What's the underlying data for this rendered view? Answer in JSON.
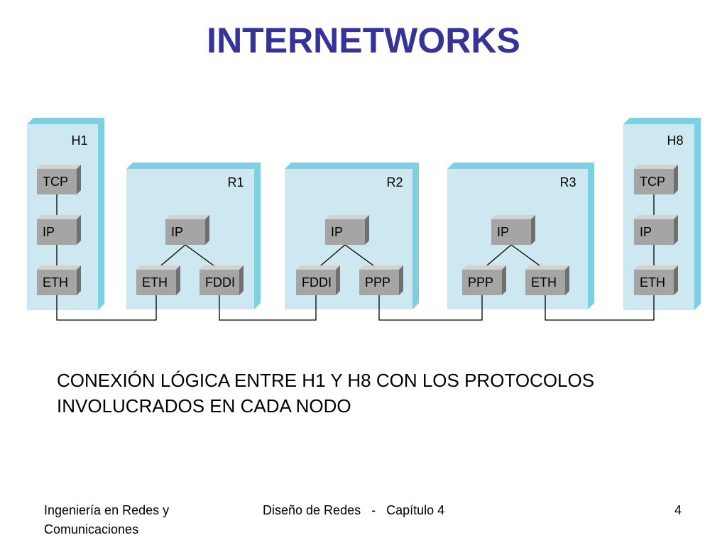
{
  "title": "INTERNETWORKS",
  "colors": {
    "title": "#33339a",
    "node_face": "#cde8f0",
    "node_side": "#7fcfe2",
    "box_front": "#a5a5a5",
    "box_top": "#d2d2d2",
    "box_side": "#6f6f6f",
    "line": "#000000"
  },
  "diagram": {
    "nodes": [
      {
        "id": "h1",
        "label": "H1",
        "protocols": [
          {
            "id": "h1-tcp",
            "label": "TCP"
          },
          {
            "id": "h1-ip",
            "label": "IP"
          },
          {
            "id": "h1-eth",
            "label": "ETH"
          }
        ]
      },
      {
        "id": "r1",
        "label": "R1",
        "protocols": [
          {
            "id": "r1-ip",
            "label": "IP"
          },
          {
            "id": "r1-eth",
            "label": "ETH"
          },
          {
            "id": "r1-fddi",
            "label": "FDDI"
          }
        ]
      },
      {
        "id": "r2",
        "label": "R2",
        "protocols": [
          {
            "id": "r2-ip",
            "label": "IP"
          },
          {
            "id": "r2-fddi",
            "label": "FDDI"
          },
          {
            "id": "r2-ppp",
            "label": "PPP"
          }
        ]
      },
      {
        "id": "r3",
        "label": "R3",
        "protocols": [
          {
            "id": "r3-ip",
            "label": "IP"
          },
          {
            "id": "r3-ppp",
            "label": "PPP"
          },
          {
            "id": "r3-eth",
            "label": "ETH"
          }
        ]
      },
      {
        "id": "h8",
        "label": "H8",
        "protocols": [
          {
            "id": "h8-tcp",
            "label": "TCP"
          },
          {
            "id": "h8-ip",
            "label": "IP"
          },
          {
            "id": "h8-eth",
            "label": "ETH"
          }
        ]
      }
    ],
    "links": [
      [
        "h1-tcp",
        "h1-ip"
      ],
      [
        "h1-ip",
        "h1-eth"
      ],
      [
        "r1-ip",
        "r1-eth"
      ],
      [
        "r1-ip",
        "r1-fddi"
      ],
      [
        "r2-ip",
        "r2-fddi"
      ],
      [
        "r2-ip",
        "r2-ppp"
      ],
      [
        "r3-ip",
        "r3-ppp"
      ],
      [
        "r3-ip",
        "r3-eth"
      ],
      [
        "h8-tcp",
        "h8-ip"
      ],
      [
        "h8-ip",
        "h8-eth"
      ],
      [
        "h1-eth",
        "r1-eth"
      ],
      [
        "r1-fddi",
        "r2-fddi"
      ],
      [
        "r2-ppp",
        "r3-ppp"
      ],
      [
        "r3-eth",
        "h8-eth"
      ]
    ]
  },
  "caption": {
    "line1": "CONEXIÓN LÓGICA ENTRE H1 Y H8 CON LOS PROTOCOLOS",
    "line2": "INVOLUCRADOS EN CADA NODO"
  },
  "footer": {
    "left_line1": "Ingeniería en Redes y",
    "left_line2": "Comunicaciones",
    "center": "Diseño de Redes   -   Capítulo 4",
    "page": "4"
  }
}
